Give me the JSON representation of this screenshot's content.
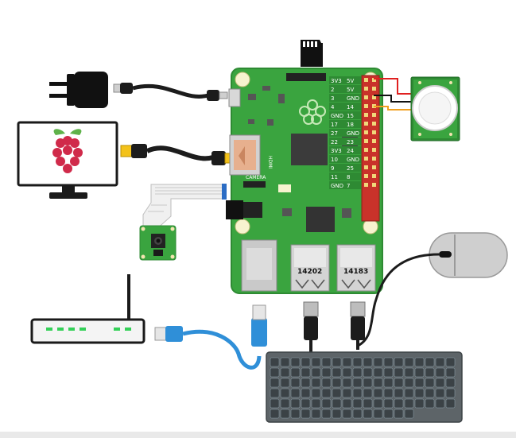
{
  "board": {
    "hdmi_label": "HDMI",
    "camera_label": "CAMERA",
    "usb_port_left_label": "14202",
    "usb_port_right_label": "14183",
    "pin_labels": [
      "3V3",
      "5V",
      "2",
      "5V",
      "3",
      "GND",
      "4",
      "14",
      "GND",
      "15",
      "17",
      "18",
      "27",
      "GND",
      "22",
      "23",
      "3V3",
      "24",
      "10",
      "GND",
      "9",
      "25",
      "11",
      "8",
      "GND",
      "7"
    ]
  },
  "colors": {
    "board_green": "#3aa43f",
    "board_dark_green": "#2e8a33",
    "header_red": "#d8382c",
    "cable_black": "#1c1c1c",
    "cable_blue": "#2f8fd8",
    "connector_yellow": "#f3c21a",
    "keyboard_grey": "#5d6468",
    "router_white": "#f4f4f4",
    "led_green": "#34d058",
    "raspberry_red": "#d02a4a",
    "leaf_green": "#5fb24a"
  },
  "icons": [
    "power-adapter-icon",
    "monitor-icon",
    "raspberry-pi-logo-icon",
    "sd-card-icon",
    "pir-sensor-icon",
    "camera-module-icon",
    "router-icon",
    "mouse-icon",
    "keyboard-icon",
    "ethernet-cable-icon",
    "usb-cable-icon",
    "hdmi-cable-icon"
  ]
}
